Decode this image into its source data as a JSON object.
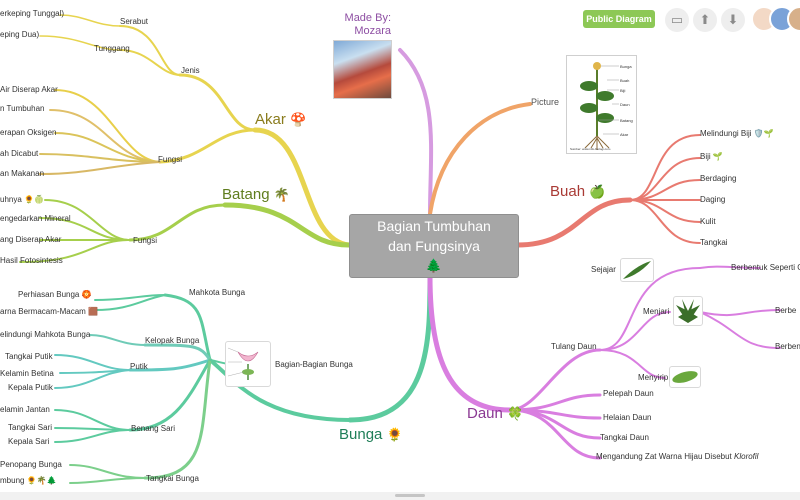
{
  "toolbar": {
    "public_label": "Public Diagram",
    "icons": [
      "presentation-icon",
      "upload-icon",
      "download-icon"
    ]
  },
  "center": {
    "line1": "Bagian Tumbuhan",
    "line2": "dan Fungsinya",
    "emoji": "🌲"
  },
  "author": {
    "line1": "Made By:",
    "line2": "Mozara"
  },
  "picture": {
    "label": "Picture",
    "diagram_labels": [
      "Bunga",
      "Buah",
      "Biji",
      "Daun",
      "Batang",
      "Akar"
    ],
    "source": "Sumber: www.info-biologi.com"
  },
  "akar": {
    "label": "Akar",
    "emoji": "🍄",
    "jenis": "Jenis",
    "serabut": "Serabut",
    "tunggang": "Tunggang",
    "serabut_desc": "erkeping Tunggal)",
    "tunggang_desc": "eping Dua)",
    "fungsi": "Fungsi",
    "fungsi_items": [
      "Air Diserap Akar",
      "n Tumbuhan",
      "erapan Oksigen",
      "ah Dicabut",
      "an Makanan"
    ]
  },
  "batang": {
    "label": "Batang",
    "emoji": "🌴",
    "fungsi": "Fungsi",
    "fungsi_items": [
      "uhnya 🌻🍈",
      "engedarkan Mineral",
      "ang Diserap Akar",
      "Hasil Fotosintesis"
    ]
  },
  "bunga": {
    "label": "Bunga",
    "emoji": "🌻",
    "mahkota": "Mahkota Bunga",
    "mahkota_items": [
      "Perhiasan Bunga 🏵️",
      "arna Bermacam-Macam 🟫"
    ],
    "kelopak": "Kelopak Bunga",
    "kelopak_items": [
      "elindungi Mahkota Bunga"
    ],
    "bagian": "Bagian-Bagian Bunga",
    "putik": "Putik",
    "putik_items": [
      "Tangkai Putik",
      "Kelamin Betina",
      "Kepala Putik"
    ],
    "benang": "Benang Sari",
    "benang_items": [
      "elamin Jantan",
      "Tangkai Sari",
      "Kepala Sari"
    ],
    "tangkai": "Tangkai Bunga",
    "tangkai_items": [
      "Penopang Bunga",
      "mbung 🌻🌴🌲"
    ]
  },
  "buah": {
    "label": "Buah",
    "emoji": "🍏",
    "items": [
      "Melindungi Biji 🛡️🌱",
      "Biji 🌱",
      "Berdaging",
      "Daging",
      "Kulit",
      "Tangkai"
    ]
  },
  "daun": {
    "label": "Daun",
    "emoji": "🍀",
    "tulang": "Tulang Daun",
    "sejajar": "Sejajar",
    "menjari": "Menjari",
    "menyirip": "Menyirip",
    "right_items": [
      "Berbentuk Seperti G",
      "Berbe",
      "Berben"
    ],
    "items": [
      "Pelepah Daun",
      "Helaian Daun",
      "Tangkai Daun"
    ],
    "klorofil_text": "Mengandung Zat Warna Hijau Disebut ",
    "klorofil_word": "Klorofil"
  },
  "colors": {
    "akar": "#e7d44f",
    "batang": "#a6cf4c",
    "bunga": "#5ccb9e",
    "buah": "#e87a70",
    "daun": "#d97ee0",
    "picture": "#f0a468",
    "author": "#d69be0",
    "center_bg": "#a6a6a6"
  }
}
